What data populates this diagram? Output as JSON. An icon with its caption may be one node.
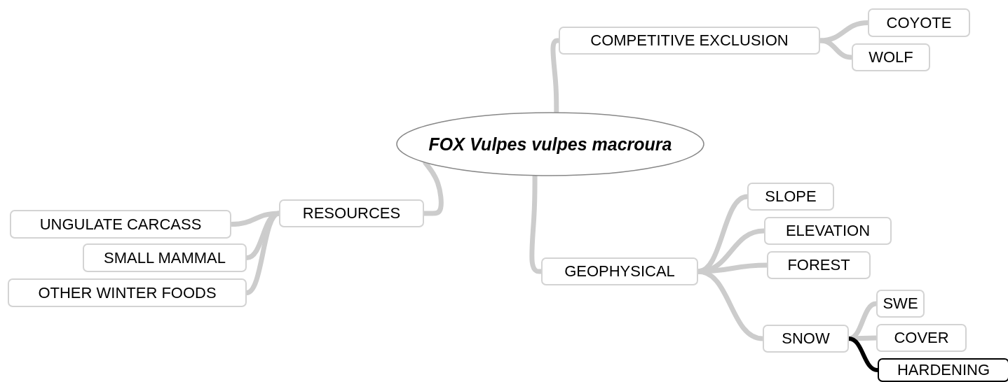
{
  "diagram": {
    "nodes": [
      {
        "text": [
          "FOX Vulpes vulpes macroura"
        ]
      },
      {
        "text": [
          "COMPETITIVE EXCLUSION"
        ]
      },
      {
        "text": [
          "COYOTE"
        ]
      },
      {
        "text": [
          "WOLF"
        ]
      },
      {
        "text": [
          "RESOURCES"
        ]
      },
      {
        "text": [
          "UNGULATE CARCASS"
        ]
      },
      {
        "text": [
          "SMALL MAMMAL"
        ]
      },
      {
        "text": [
          "OTHER WINTER FOODS"
        ]
      },
      {
        "text": [
          "GEOPHYSICAL"
        ]
      },
      {
        "text": [
          "SLOPE"
        ]
      },
      {
        "text": [
          "ELEVATION"
        ]
      },
      {
        "text": [
          "FOREST"
        ]
      },
      {
        "text": [
          "SNOW"
        ]
      },
      {
        "text": [
          "SWE"
        ]
      },
      {
        "text": [
          "COVER"
        ]
      },
      {
        "text": [
          "HARDENING"
        ]
      }
    ],
    "edges": [
      {
        "from": 0,
        "to": 1,
        "arrow": "none"
      },
      {
        "from": 1,
        "to": 2,
        "arrow": "none"
      },
      {
        "from": 1,
        "to": 3,
        "arrow": "none"
      },
      {
        "from": 0,
        "to": 4,
        "arrow": "none"
      },
      {
        "from": 4,
        "to": 5,
        "arrow": "none"
      },
      {
        "from": 4,
        "to": 6,
        "arrow": "none"
      },
      {
        "from": 4,
        "to": 7,
        "arrow": "none"
      },
      {
        "from": 0,
        "to": 8,
        "arrow": "none"
      },
      {
        "from": 8,
        "to": 9,
        "arrow": "none"
      },
      {
        "from": 8,
        "to": 10,
        "arrow": "none"
      },
      {
        "from": 8,
        "to": 11,
        "arrow": "none"
      },
      {
        "from": 8,
        "to": 12,
        "arrow": "none"
      },
      {
        "from": 12,
        "to": 13,
        "arrow": "none"
      },
      {
        "from": 12,
        "to": 14,
        "arrow": "none"
      },
      {
        "from": 12,
        "to": 15,
        "arrow": "none",
        "color": "#000000"
      }
    ]
  }
}
